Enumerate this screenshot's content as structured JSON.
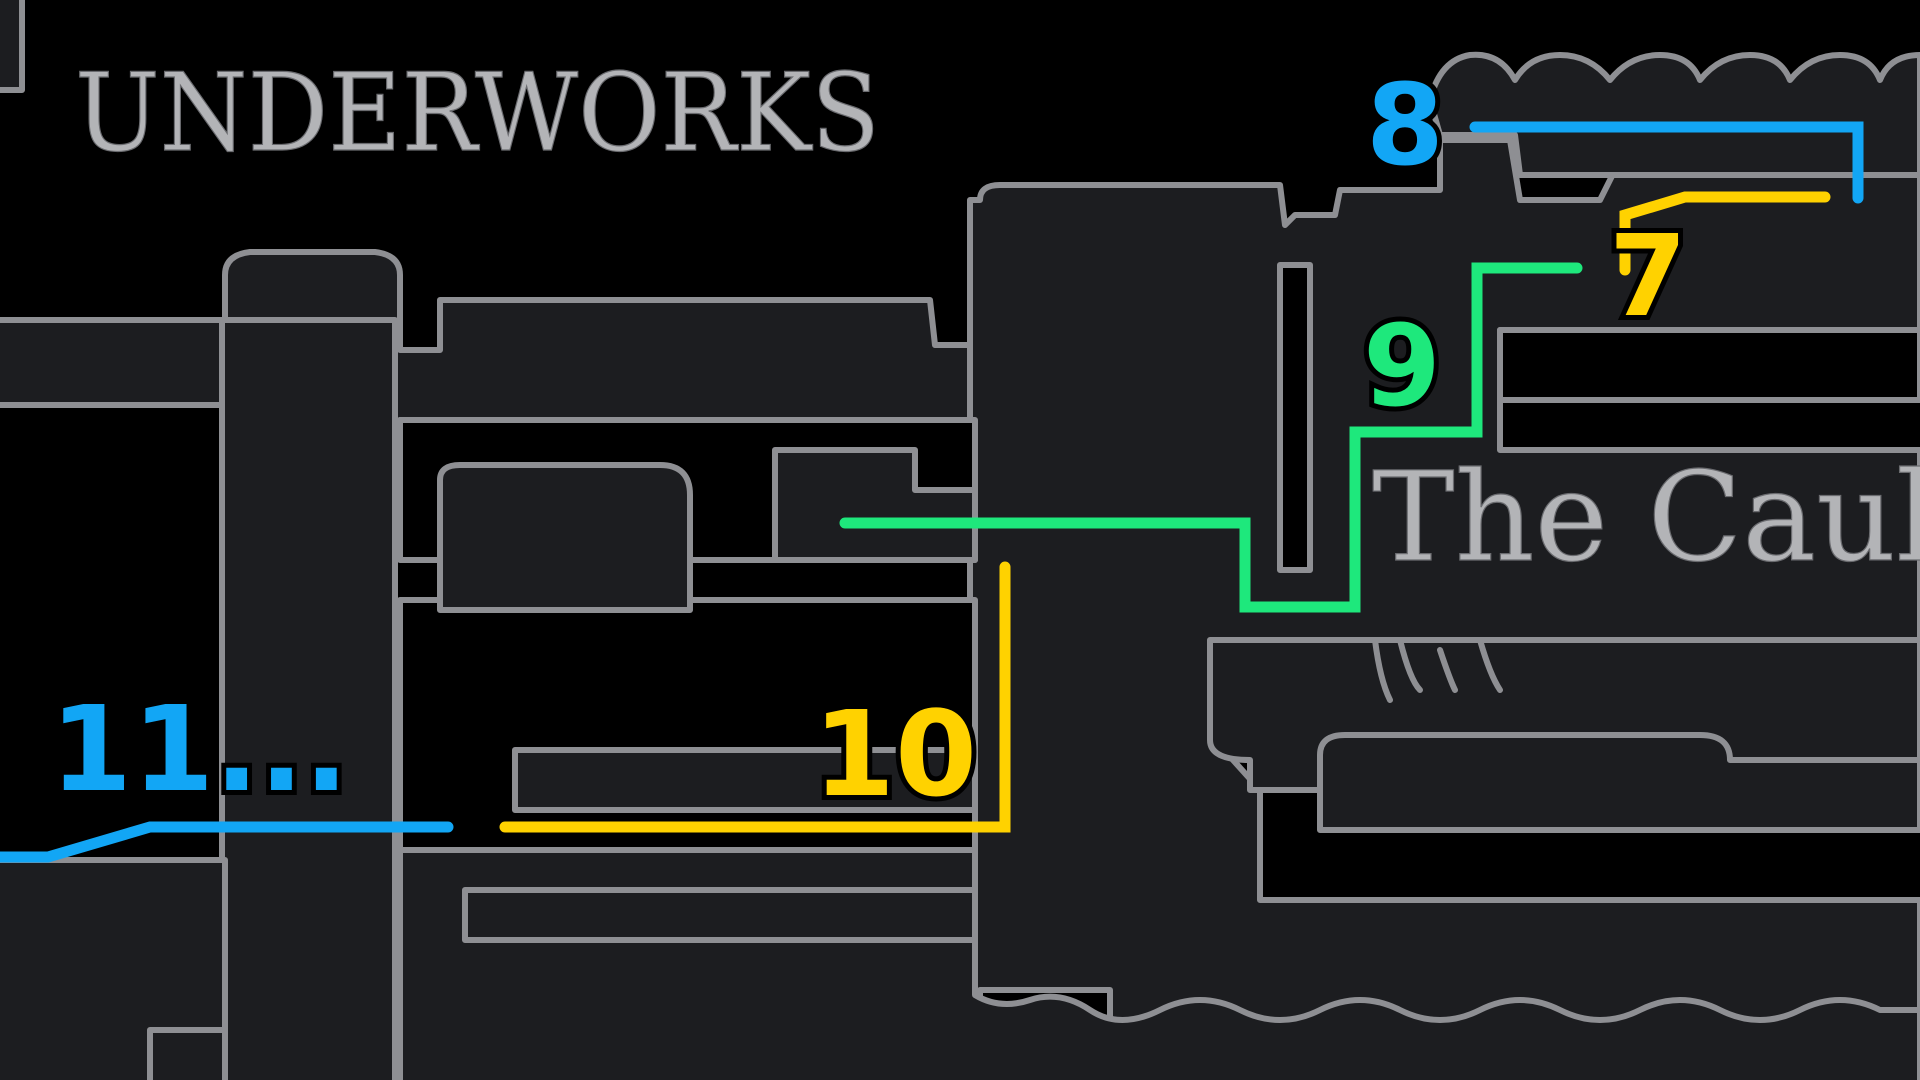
{
  "map": {
    "areas": [
      {
        "id": "underworks",
        "label": "UNDERWORKS"
      },
      {
        "id": "cauldron",
        "label": "The Caulc"
      }
    ],
    "colors": {
      "background": "#000000",
      "room_fill": "#1c1d20",
      "room_outline": "#8e8f93",
      "label": "#b3b4b7"
    }
  },
  "route": {
    "colors": {
      "blue": "#12a6f5",
      "yellow": "#ffd200",
      "green": "#1ee87c"
    },
    "steps": [
      {
        "label": "7",
        "color": "yellow"
      },
      {
        "label": "8",
        "color": "blue"
      },
      {
        "label": "9",
        "color": "green"
      },
      {
        "label": "10",
        "color": "yellow"
      },
      {
        "label": "11...",
        "color": "blue"
      }
    ]
  }
}
